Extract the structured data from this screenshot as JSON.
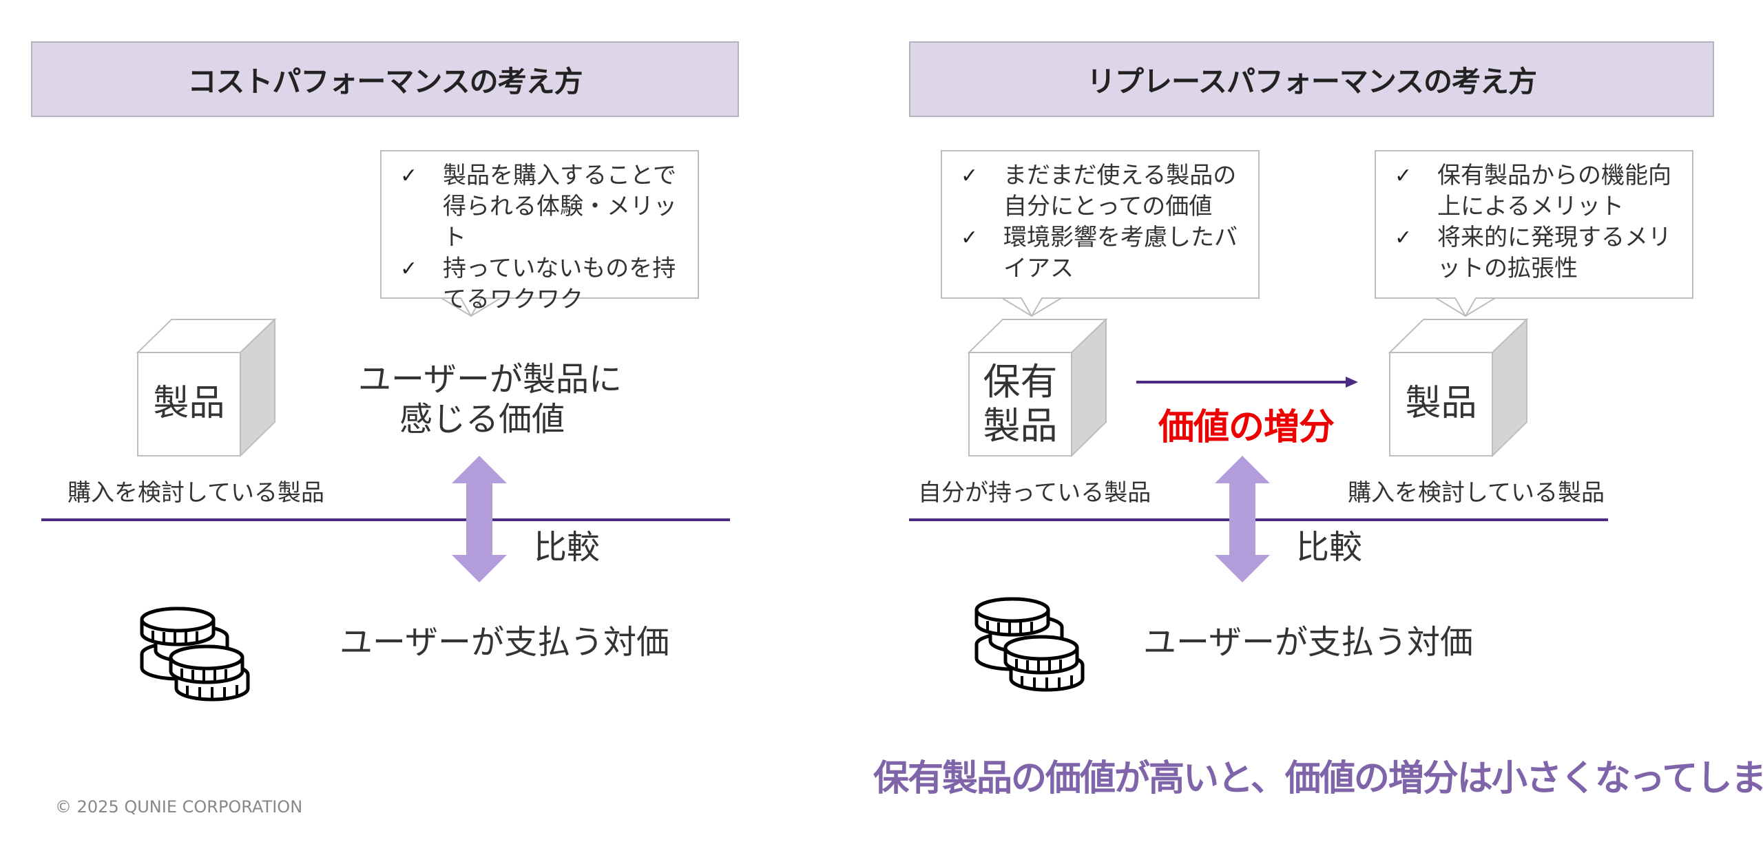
{
  "left_panel": {
    "title": "コストパフォーマンスの考え方",
    "callout": {
      "items": [
        "製品を購入することで得られる体験・メリット",
        "持っていないものを持てるワクワク"
      ]
    },
    "product_cube_label": "製品",
    "product_caption": "購入を検討している製品",
    "value_text_line1": "ユーザーが製品に",
    "value_text_line2": "感じる価値",
    "compare_label": "比較",
    "price_text": "ユーザーが支払う対価"
  },
  "right_panel": {
    "title": "リプレースパフォーマンスの考え方",
    "callout_owned": {
      "items": [
        "まだまだ使える製品の自分にとっての価値",
        "環境影響を考慮したバイアス"
      ]
    },
    "callout_new": {
      "items": [
        "保有製品からの機能向上によるメリット",
        "将来的に発現するメリットの拡張性"
      ]
    },
    "owned_cube_label_line1": "保有",
    "owned_cube_label_line2": "製品",
    "owned_caption": "自分が持っている製品",
    "new_cube_label": "製品",
    "new_caption": "購入を検討している製品",
    "increment_label": "価値の増分",
    "compare_label": "比較",
    "price_text": "ユーザーが支払う対価"
  },
  "conclusion": "保有製品の価値が高いと、価値の増分は小さくなってしまう",
  "footer": "© 2025  QUNIE CORPORATION",
  "icons": {
    "check": "✓",
    "coins": "coins-stack-icon",
    "double_arrow": "double-arrow-vertical-icon",
    "right_arrow": "arrow-right-icon"
  },
  "colors": {
    "title_bg": "#ddd5e8",
    "divider": "#4b2b85",
    "compare_arrow": "#b39ddb",
    "increment_text": "#ee0000",
    "conclusion_text": "#8064a9"
  }
}
